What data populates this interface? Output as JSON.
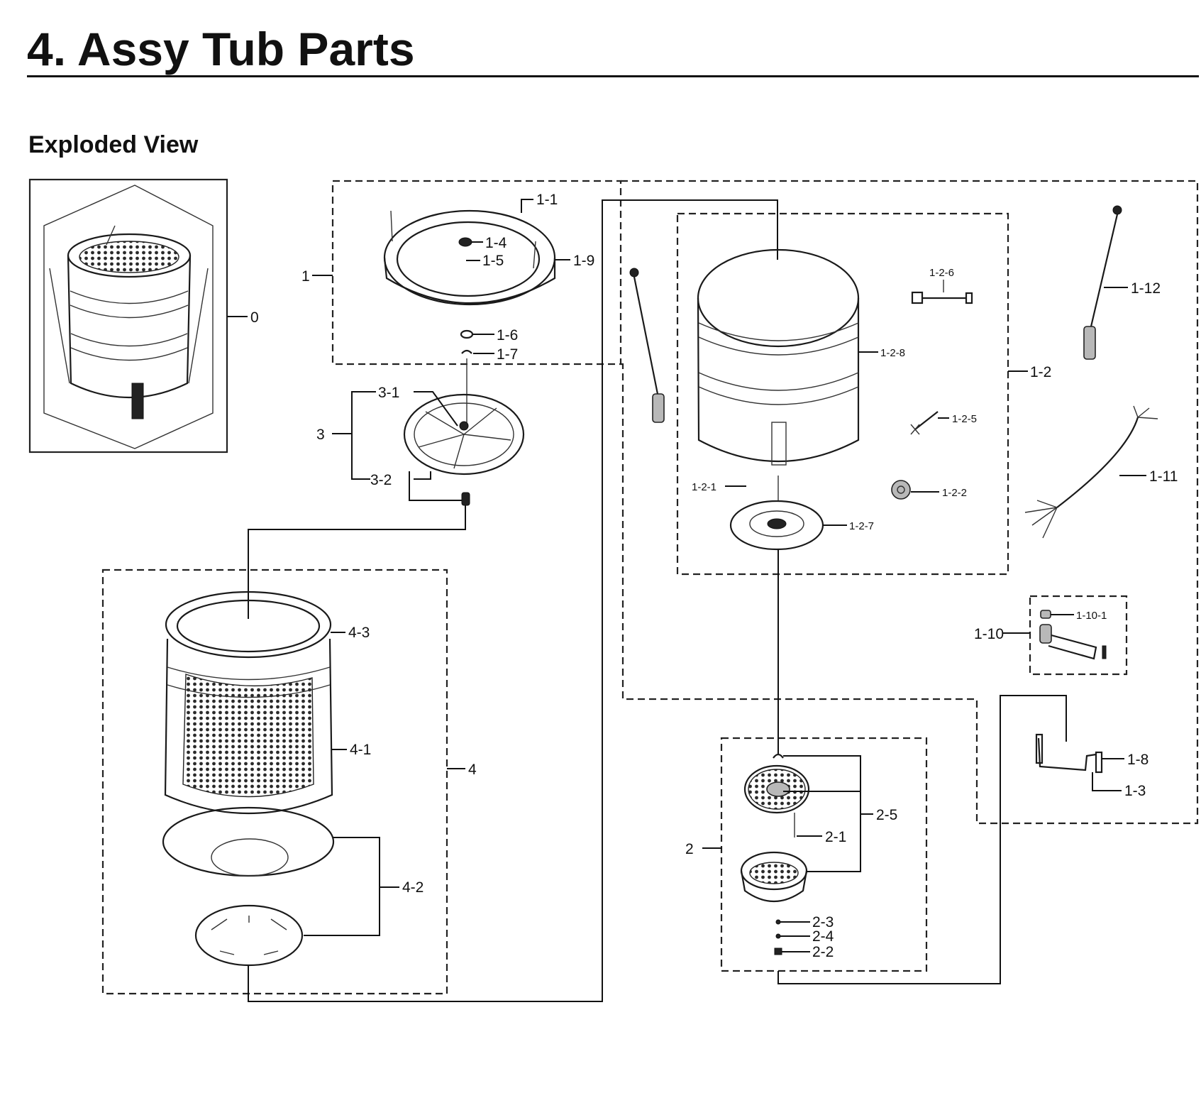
{
  "header": {
    "title": "4.  Assy Tub Parts",
    "subtitle": "Exploded View"
  },
  "callouts": {
    "c0": "0",
    "c1": "1",
    "c1_1": "1-1",
    "c1_2": "1-2",
    "c1_2_1": "1-2-1",
    "c1_2_2": "1-2-2",
    "c1_2_5": "1-2-5",
    "c1_2_6": "1-2-6",
    "c1_2_7": "1-2-7",
    "c1_2_8": "1-2-8",
    "c1_3": "1-3",
    "c1_4": "1-4",
    "c1_5": "1-5",
    "c1_6": "1-6",
    "c1_7": "1-7",
    "c1_8": "1-8",
    "c1_9": "1-9",
    "c1_10": "1-10",
    "c1_10_1": "1-10-1",
    "c1_11": "1-11",
    "c1_12": "1-12",
    "c2": "2",
    "c2_1": "2-1",
    "c2_2": "2-2",
    "c2_3": "2-3",
    "c2_4": "2-4",
    "c2_5": "2-5",
    "c3": "3",
    "c3_1": "3-1",
    "c3_2": "3-2",
    "c4": "4",
    "c4_1": "4-1",
    "c4_2": "4-2",
    "c4_3": "4-3"
  }
}
